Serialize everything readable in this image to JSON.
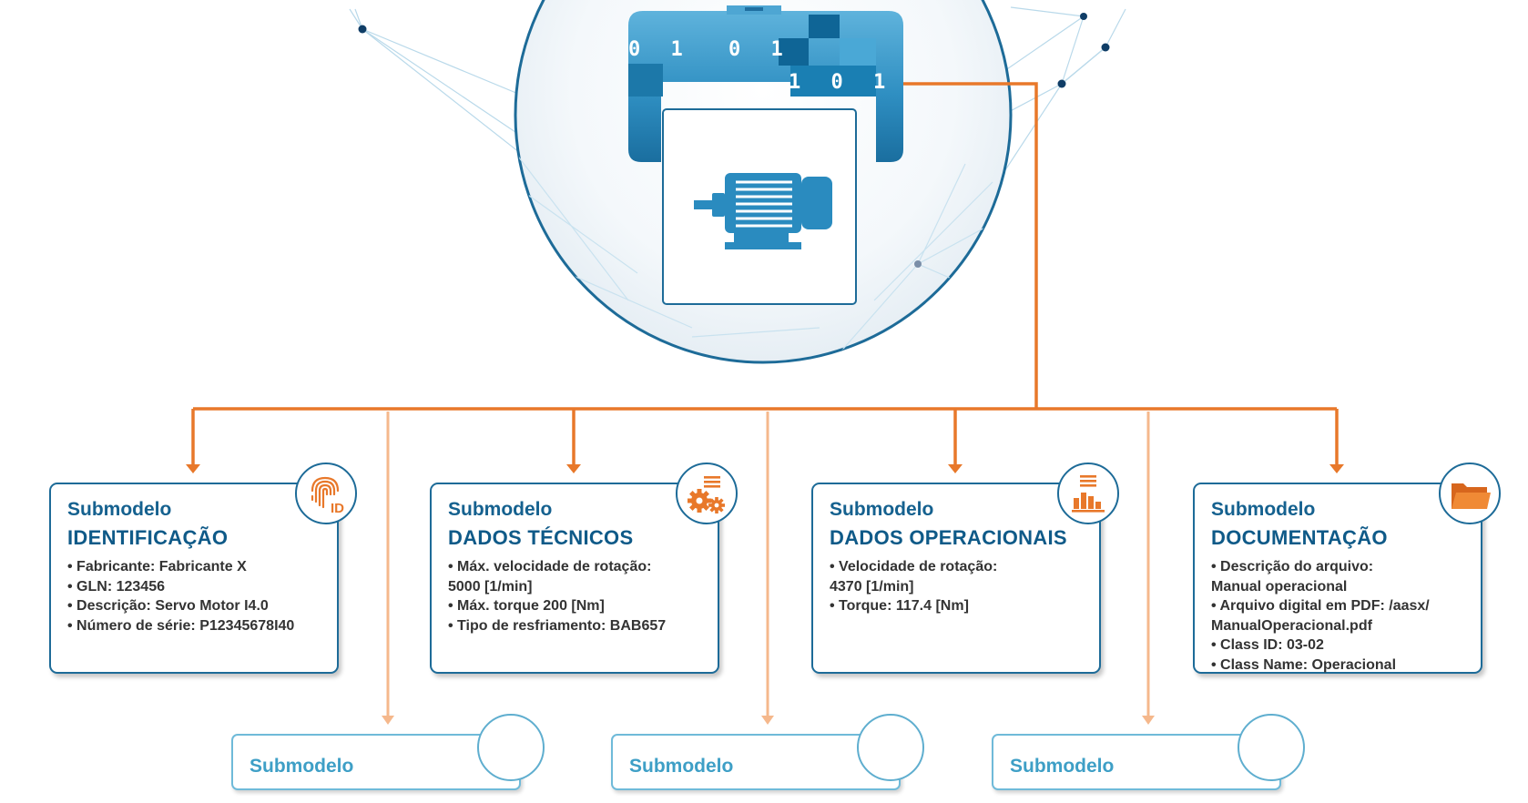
{
  "header": {
    "bits": [
      "0 1",
      "0 1",
      "1 0 1"
    ]
  },
  "cards": [
    {
      "title": "Submodelo",
      "subtitle": "IDENTIFICAÇÃO",
      "icon": "fingerprint-id-icon",
      "badge_text": "ID",
      "lines": [
        "• Fabricante: Fabricante X",
        "• GLN: 123456",
        "• Descrição: Servo Motor I4.0",
        "• Número de série: P12345678I40"
      ]
    },
    {
      "title": "Submodelo",
      "subtitle": "DADOS TÉCNICOS",
      "icon": "gears-icon",
      "lines": [
        "• Máx. velocidade de rotação:",
        "5000 [1/min]",
        "• Máx. torque 200 [Nm]",
        "• Tipo de resfriamento: BAB657"
      ]
    },
    {
      "title": "Submodelo",
      "subtitle": "DADOS OPERACIONAIS",
      "icon": "bar-chart-icon",
      "lines": [
        "• Velocidade de rotação:",
        "4370 [1/min]",
        "• Torque: 117.4 [Nm]"
      ]
    },
    {
      "title": "Submodelo",
      "subtitle": "DOCUMENTAÇÃO",
      "icon": "folder-icon",
      "lines": [
        "• Descrição do arquivo:",
        "Manual operacional",
        "• Arquivo digital em PDF: /aasx/",
        "ManualOperacional.pdf",
        "• Class ID: 03-02",
        "• Class Name: Operacional"
      ]
    }
  ],
  "subs": [
    {
      "label": "Submodelo"
    },
    {
      "label": "Submodelo"
    },
    {
      "label": "Submodelo"
    }
  ],
  "colors": {
    "orange": "#e8782a",
    "light_orange": "#f5b88c",
    "dark_blue": "#1d6b98",
    "light_blue": "#6fbad9"
  }
}
